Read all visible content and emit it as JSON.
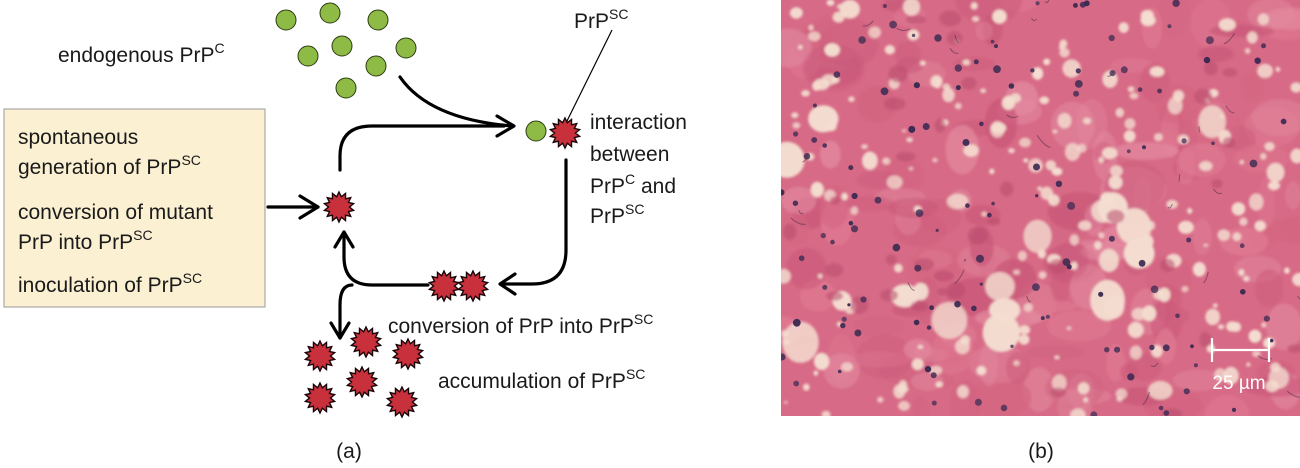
{
  "colors": {
    "prpc_fill": "#8dbb45",
    "prpsc_fill": "#c8303c",
    "box_fill": "#fbf0d2",
    "box_stroke": "#9a9a9a",
    "tissue_base": "#d76a86",
    "vacuole": "#f4ddd0",
    "nucleus": "#3a2a52",
    "scale_bar": "#ffffff"
  },
  "labels": {
    "endogenous": {
      "text": "endogenous PrP",
      "sup": "C"
    },
    "prpsc_top": {
      "text": "PrP",
      "sup": "SC"
    },
    "interaction": {
      "line1": "interaction",
      "line2": "between",
      "line3_text": "PrP",
      "line3_sup": "C",
      "line3_tail": " and",
      "line4_text": "PrP",
      "line4_sup": "SC"
    },
    "conversion_prp": {
      "text": "conversion of PrP into PrP",
      "sup": "SC"
    },
    "accumulation": {
      "text": "accumulation of PrP",
      "sup": "SC"
    }
  },
  "sources_box": {
    "spontaneous_line1": "spontaneous",
    "spontaneous_line2_text": "generation of PrP",
    "spontaneous_line2_sup": "SC",
    "mutant_line1": "conversion of mutant",
    "mutant_line2_text": "PrP into PrP",
    "mutant_line2_sup": "SC",
    "inoculation_text": "inoculation of PrP",
    "inoculation_sup": "SC"
  },
  "micrograph": {
    "scale_label": "25 µm"
  },
  "panels": {
    "a": "(a)",
    "b": "(b)"
  }
}
